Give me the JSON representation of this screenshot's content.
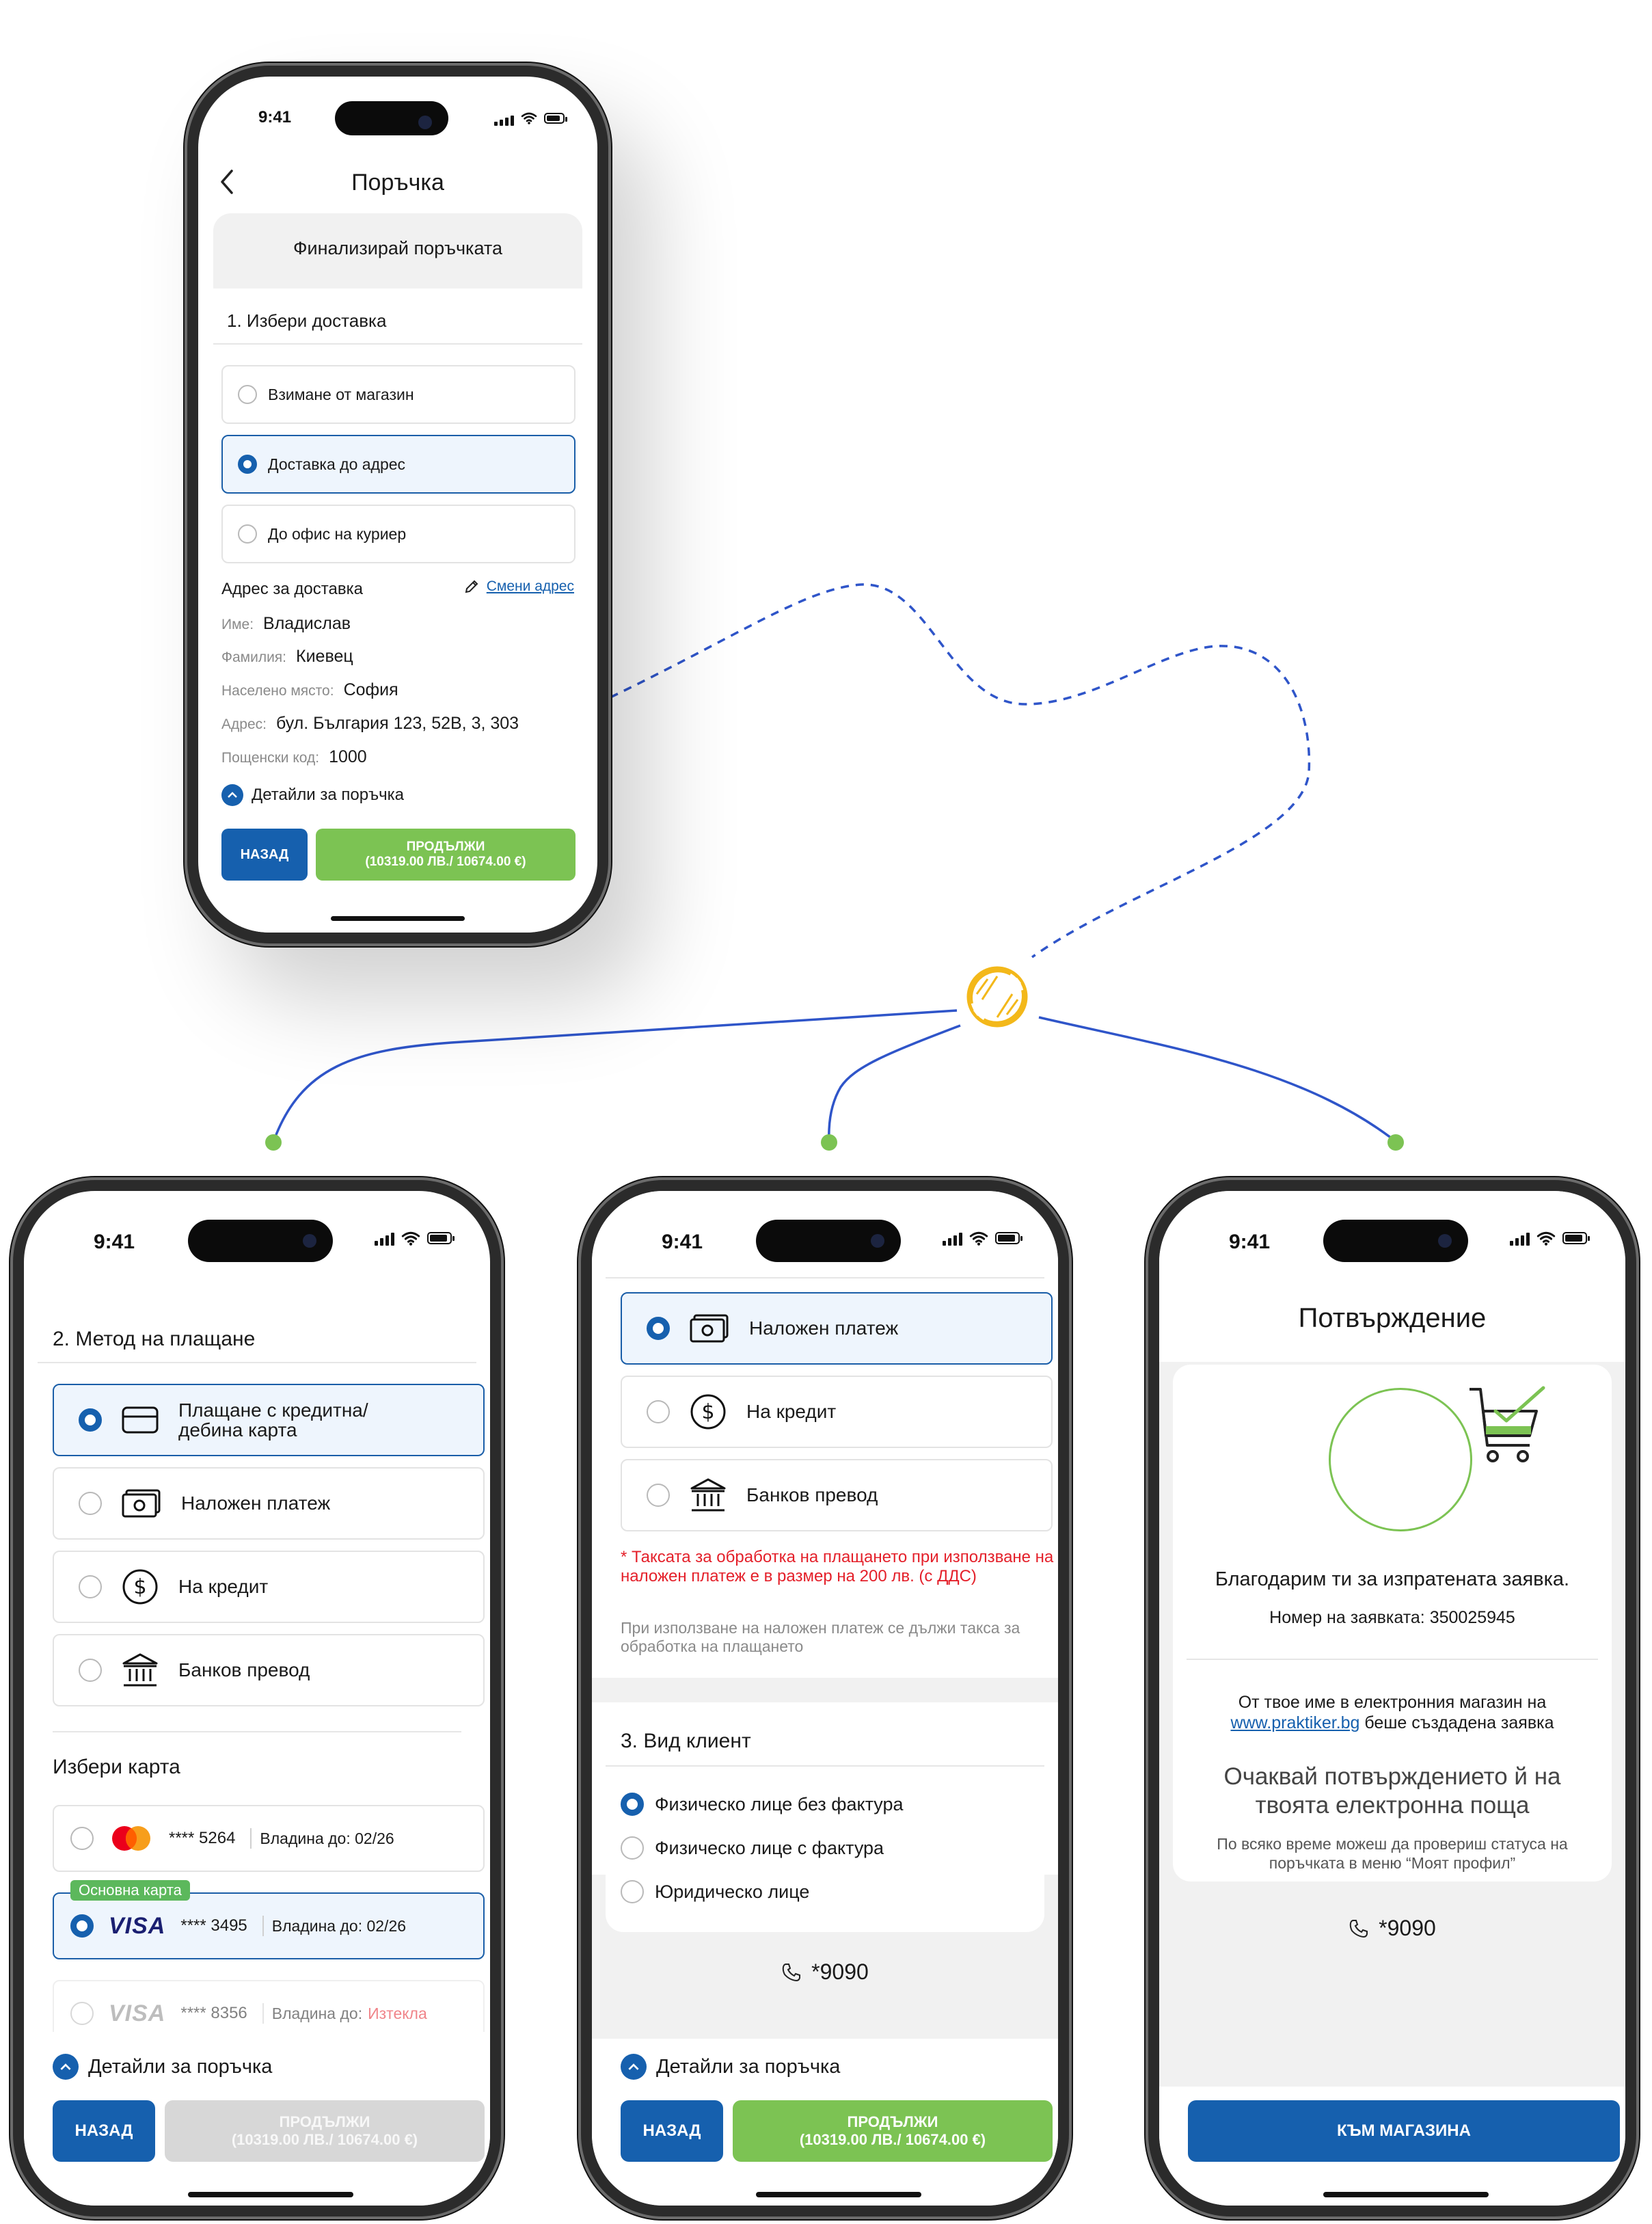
{
  "status_time": "9:41",
  "phone1": {
    "title": "Поръчка",
    "section_title": "Финализирай поръчката",
    "delivery_heading": "1. Избери доставка",
    "delivery_options": [
      {
        "label": "Взимане от магазин",
        "selected": false
      },
      {
        "label": "Доставка до адрес",
        "selected": true
      },
      {
        "label": "До офис на куриер",
        "selected": false
      }
    ],
    "address_heading": "Адрес за доставка",
    "change_address": "Смени адрес",
    "address_fields": [
      {
        "key": "Име:",
        "value": "Владислав"
      },
      {
        "key": "Фамилия:",
        "value": "Киевец"
      },
      {
        "key": "Населено място:",
        "value": "София"
      },
      {
        "key": "Адрес:",
        "value": "бул. България 123, 52В, 3, 303"
      },
      {
        "key": "Пощенски код:",
        "value": "1000"
      }
    ],
    "details_label": "Детайли за поръчка",
    "back_label": "НАЗАД",
    "continue_label": "ПРОДЪЛЖИ",
    "continue_sub": "(10319.00 ЛВ./ 10674.00 €)"
  },
  "phone2": {
    "payment_heading": "2. Метод на плащане",
    "payment_options": [
      {
        "label": "Плащане с кредитна/ дебина карта",
        "icon": "credit-card-icon",
        "selected": true
      },
      {
        "label": "Наложен платеж",
        "icon": "cash-icon",
        "selected": false
      },
      {
        "label": "На кредит",
        "icon": "dollar-coin-icon",
        "selected": false
      },
      {
        "label": "Банков превод",
        "icon": "bank-icon",
        "selected": false
      }
    ],
    "card_heading": "Избери карта",
    "cards": [
      {
        "brand": "mastercard",
        "number": "**** 5264",
        "owner_label": "Владина до: 02/26",
        "badge": "",
        "selected": false
      },
      {
        "brand": "VISA",
        "number": "**** 3495",
        "owner_label": "Владина до: 02/26",
        "badge": "Основна карта",
        "selected": true
      },
      {
        "brand": "VISA",
        "number": "**** 8356",
        "owner_label": "Владина до:",
        "expired": "Изтекла",
        "selected": false
      }
    ],
    "details_label": "Детайли за поръчка",
    "back_label": "НАЗАД",
    "continue_label": "ПРОДЪЛЖИ",
    "continue_sub": "(10319.00 ЛВ./ 10674.00 €)"
  },
  "phone3": {
    "payment_options": [
      {
        "label": "Наложен платеж",
        "icon": "cash-icon",
        "selected": true
      },
      {
        "label": "На кредит",
        "icon": "dollar-coin-icon",
        "selected": false
      },
      {
        "label": "Банков превод",
        "icon": "bank-icon",
        "selected": false
      }
    ],
    "warning": "* Таксата за обработка на плащането при използване на наложен платеж е в размер на 200 лв. (с ДДС)",
    "note": "При използване на наложен платеж се дължи такса за обработка на плащането",
    "client_heading": "3. Вид клиент",
    "client_options": [
      {
        "label": "Физическо лице без фактура",
        "selected": true
      },
      {
        "label": "Физическо лице с фактура",
        "selected": false
      },
      {
        "label": "Юридическо лице",
        "selected": false
      }
    ],
    "phone_number": "*9090",
    "details_label": "Детайли за поръчка",
    "back_label": "НАЗАД",
    "continue_label": "ПРОДЪЛЖИ",
    "continue_sub": "(10319.00 ЛВ./ 10674.00 €)"
  },
  "phone4": {
    "title": "Потвърждение",
    "thanks": "Благодарим ти за изпратената заявка.",
    "request_number": "Номер на заявката: 350025945",
    "created_line1": "От твое име в електронния магазин на",
    "created_link": "www.praktiker.bg",
    "created_line2": " беше създадена заявка",
    "await_title": "Очаквай потвърждението й на твоята електронна поща",
    "status_note": "По всяко време можеш да провериш статуса на поръчката в меню “Моят профил”",
    "phone_number": "*9090",
    "shop_button": "КЪМ МАГАЗИНА"
  },
  "colors": {
    "primary_blue": "#1660ae",
    "continue_green": "#7cc353",
    "warning_red": "#e4202a",
    "connector_blue": "#2f55c9",
    "node_green": "#7cc353",
    "hub_yellow": "#f3b81a"
  }
}
